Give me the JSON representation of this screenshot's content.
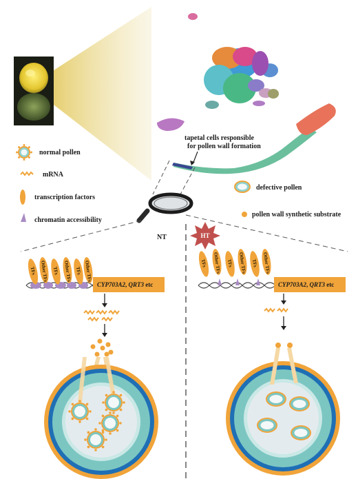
{
  "labels": {
    "tapetal_line1": "tapetal cells responsible",
    "tapetal_line2": "for pollen wall formation",
    "defective_pollen": "defective pollen",
    "pollen_wall_substrate": "pollen wall synthetic substrate",
    "nt": "NT",
    "ht": "HT"
  },
  "legend": {
    "normal_pollen": "normal pollen",
    "mrna": "mRNA",
    "transcription_factors": "transcription factors",
    "chromatin_accessibility": "chromatin accessibility"
  },
  "gene_box": {
    "gene1": "CYP703A2",
    "sep": ", ",
    "gene2": "QRT3",
    "suffix": " etc"
  },
  "tf_labels": {
    "a": "TFs",
    "b": "Other TFs"
  },
  "colors": {
    "orange": "#f0a43a",
    "blue": "#1f6fb5",
    "teal": "#7cc6c2",
    "light_teal": "#c9e8e6",
    "interior": "#e6eef0",
    "purple": "#a98bc4",
    "ht_star": "#c0504d",
    "cone": "#ead894"
  }
}
